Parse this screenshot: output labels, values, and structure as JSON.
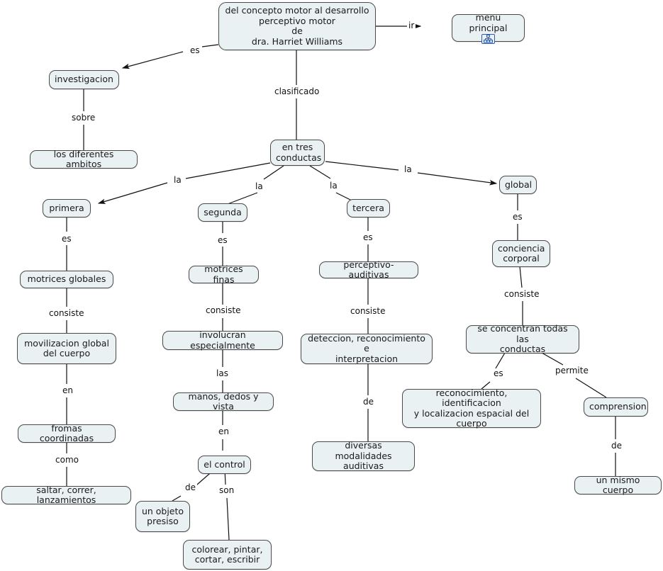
{
  "map": {
    "title": "del concepto motor al desarrollo perceptivo motor de dra. Harriet Williams",
    "colors": {
      "node_fill": "#eaf1f3",
      "node_border": "#4a4a4a",
      "link_line": "#1a1a1a",
      "icon_border": "#2f5fa8",
      "background": "#ffffff"
    },
    "nodes": {
      "root": "del concepto motor al desarrollo\nperceptivo motor\nde\ndra. Harriet Williams",
      "menu_principal": "menu principal",
      "investigacion": "investigacion",
      "diferentes_ambitos": "los diferentes ambitos",
      "en_tres_conductas": "en tres\nconductas",
      "primera": "primera",
      "segunda": "segunda",
      "tercera": "tercera",
      "global": "global",
      "motrices_globales": "motrices globales",
      "movilizacion_global": "movilizacion global\ndel cuerpo",
      "fromas_coordinadas": "fromas coordinadas",
      "saltar_correr": "saltar, correr, lanzamientos",
      "motrices_finas": "motrices finas",
      "involucran_especialmente": "involucran especialmente",
      "manos_dedos_vista": "manos, dedos y vista",
      "el_control": "el control",
      "un_objeto_presiso": "un objeto\npresiso",
      "colorear_pintar": "colorear, pintar,\ncortar, escribir",
      "perceptivo_auditivas": "perceptivo-auditivas",
      "deteccion_reconocimiento": "deteccion, reconocimiento e\ninterpretacion",
      "diversas_modalidades": "diversas modalidades\nauditivas",
      "conciencia_corporal": "conciencia\ncorporal",
      "se_concentran": "se concentran todas las\nconductas",
      "reconocimiento_identificacion": "reconocimiento, identificacion\ny localizacion espacial del\ncuerpo",
      "comprension": "comprension",
      "un_mismo_cuerpo": "un mismo cuerpo"
    },
    "link_labels": {
      "ir": "ir",
      "es_investigacion": "es",
      "sobre": "sobre",
      "clasificado": "clasificado",
      "la_primera": "la",
      "la_segunda": "la",
      "la_tercera": "la",
      "la_global": "la",
      "es_primera": "es",
      "consiste_globales": "consiste",
      "en_movilizacion": "en",
      "como_fromas": "como",
      "es_segunda": "es",
      "consiste_finas": "consiste",
      "las_involucran": "las",
      "en_manos": "en",
      "de_control": "de",
      "son_control": "son",
      "es_tercera": "es",
      "consiste_auditivas": "consiste",
      "de_deteccion": "de",
      "es_global": "es",
      "consiste_conciencia": "consiste",
      "es_concentran": "es",
      "permite_concentran": "permite",
      "de_comprension": "de"
    },
    "icons": {
      "menu_map_icon": "concept-map-icon",
      "arrow_head": "arrow-head"
    }
  }
}
